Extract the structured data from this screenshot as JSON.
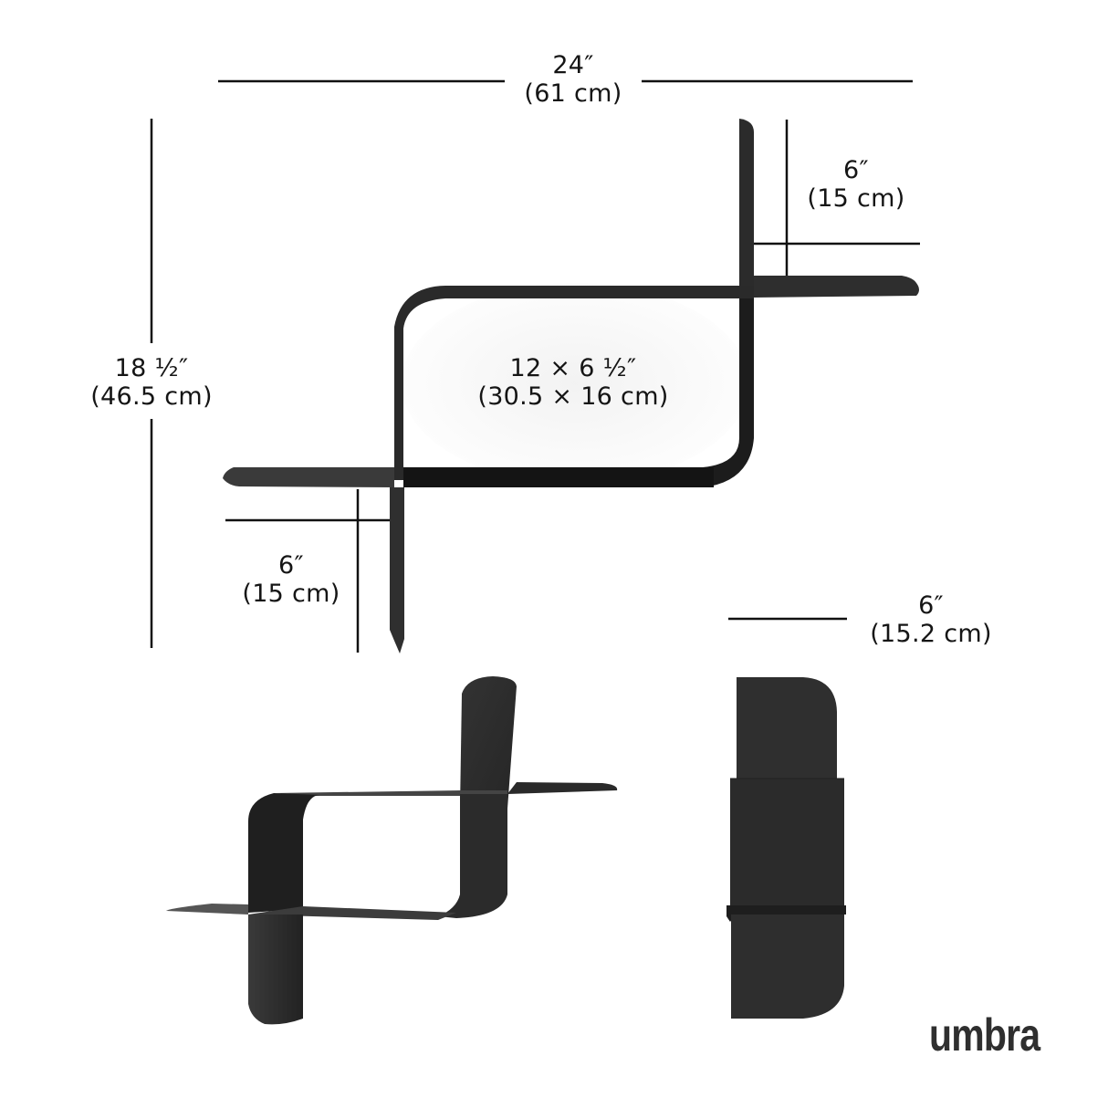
{
  "diagram": {
    "subject": "Wall shelf dimension diagram",
    "dimensions": {
      "overall_width": {
        "imperial": "24″",
        "metric": "(61 cm)"
      },
      "overall_height": {
        "imperial": "18 ½″",
        "metric": "(46.5 cm)"
      },
      "top_right_shelf": {
        "imperial": "6″",
        "metric": "(15 cm)"
      },
      "center_cubby": {
        "imperial": "12 × 6 ½″",
        "metric": "(30.5 × 16 cm)"
      },
      "bottom_left_shelf": {
        "imperial": "6″",
        "metric": "(15 cm)"
      },
      "depth": {
        "imperial": "6″",
        "metric": "(15.2 cm)"
      }
    },
    "views": [
      "front-elevation",
      "perspective-view",
      "side-view"
    ],
    "colors": {
      "shelf": "#2b2b2b",
      "shelf_dark": "#111111",
      "dimension_line": "#111111",
      "background": "#ffffff"
    }
  },
  "brand": {
    "logo_text": "umbra"
  }
}
